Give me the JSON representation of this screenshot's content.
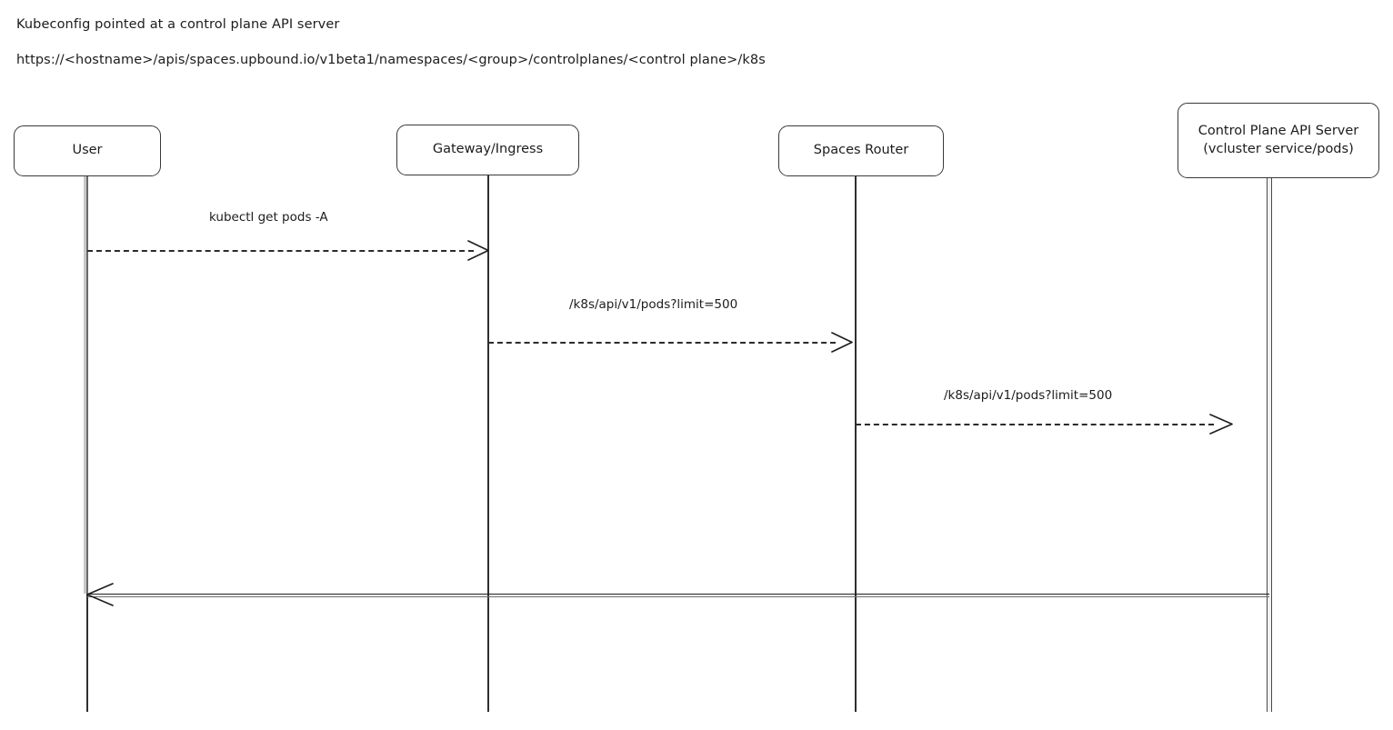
{
  "caption": {
    "title": "Kubeconfig pointed at a control plane API server",
    "url": "https://<hostname>/apis/spaces.upbound.io/v1beta1/namespaces/<group>/controlplanes/<control plane>/k8s"
  },
  "colors": {
    "background": "#ffffff",
    "box_border": "#39393b",
    "lifeline": "#2f2f31",
    "text": "#1c1c1c",
    "arrow": "#2b2b2d"
  },
  "diagram": {
    "type": "sequence-diagram",
    "participants": [
      {
        "id": "user",
        "label": "User"
      },
      {
        "id": "gateway",
        "label": "Gateway/Ingress"
      },
      {
        "id": "spaces-router",
        "label": "Spaces Router"
      },
      {
        "id": "control-plane",
        "label": "Control Plane API Server\n(vcluster service/pods)"
      }
    ],
    "messages": [
      {
        "index": 1,
        "label": "kubectl get pods -A",
        "from": "user",
        "to": "gateway",
        "style": "dashed",
        "direction": "right"
      },
      {
        "index": 2,
        "label": "/k8s/api/v1/pods?limit=500",
        "from": "gateway",
        "to": "spaces-router",
        "style": "dashed",
        "direction": "right"
      },
      {
        "index": 3,
        "label": "/k8s/api/v1/pods?limit=500",
        "from": "spaces-router",
        "to": "control-plane",
        "style": "dashed",
        "direction": "right"
      },
      {
        "index": 4,
        "label": "",
        "from": "control-plane",
        "to": "user",
        "style": "solid",
        "direction": "left"
      }
    ]
  }
}
